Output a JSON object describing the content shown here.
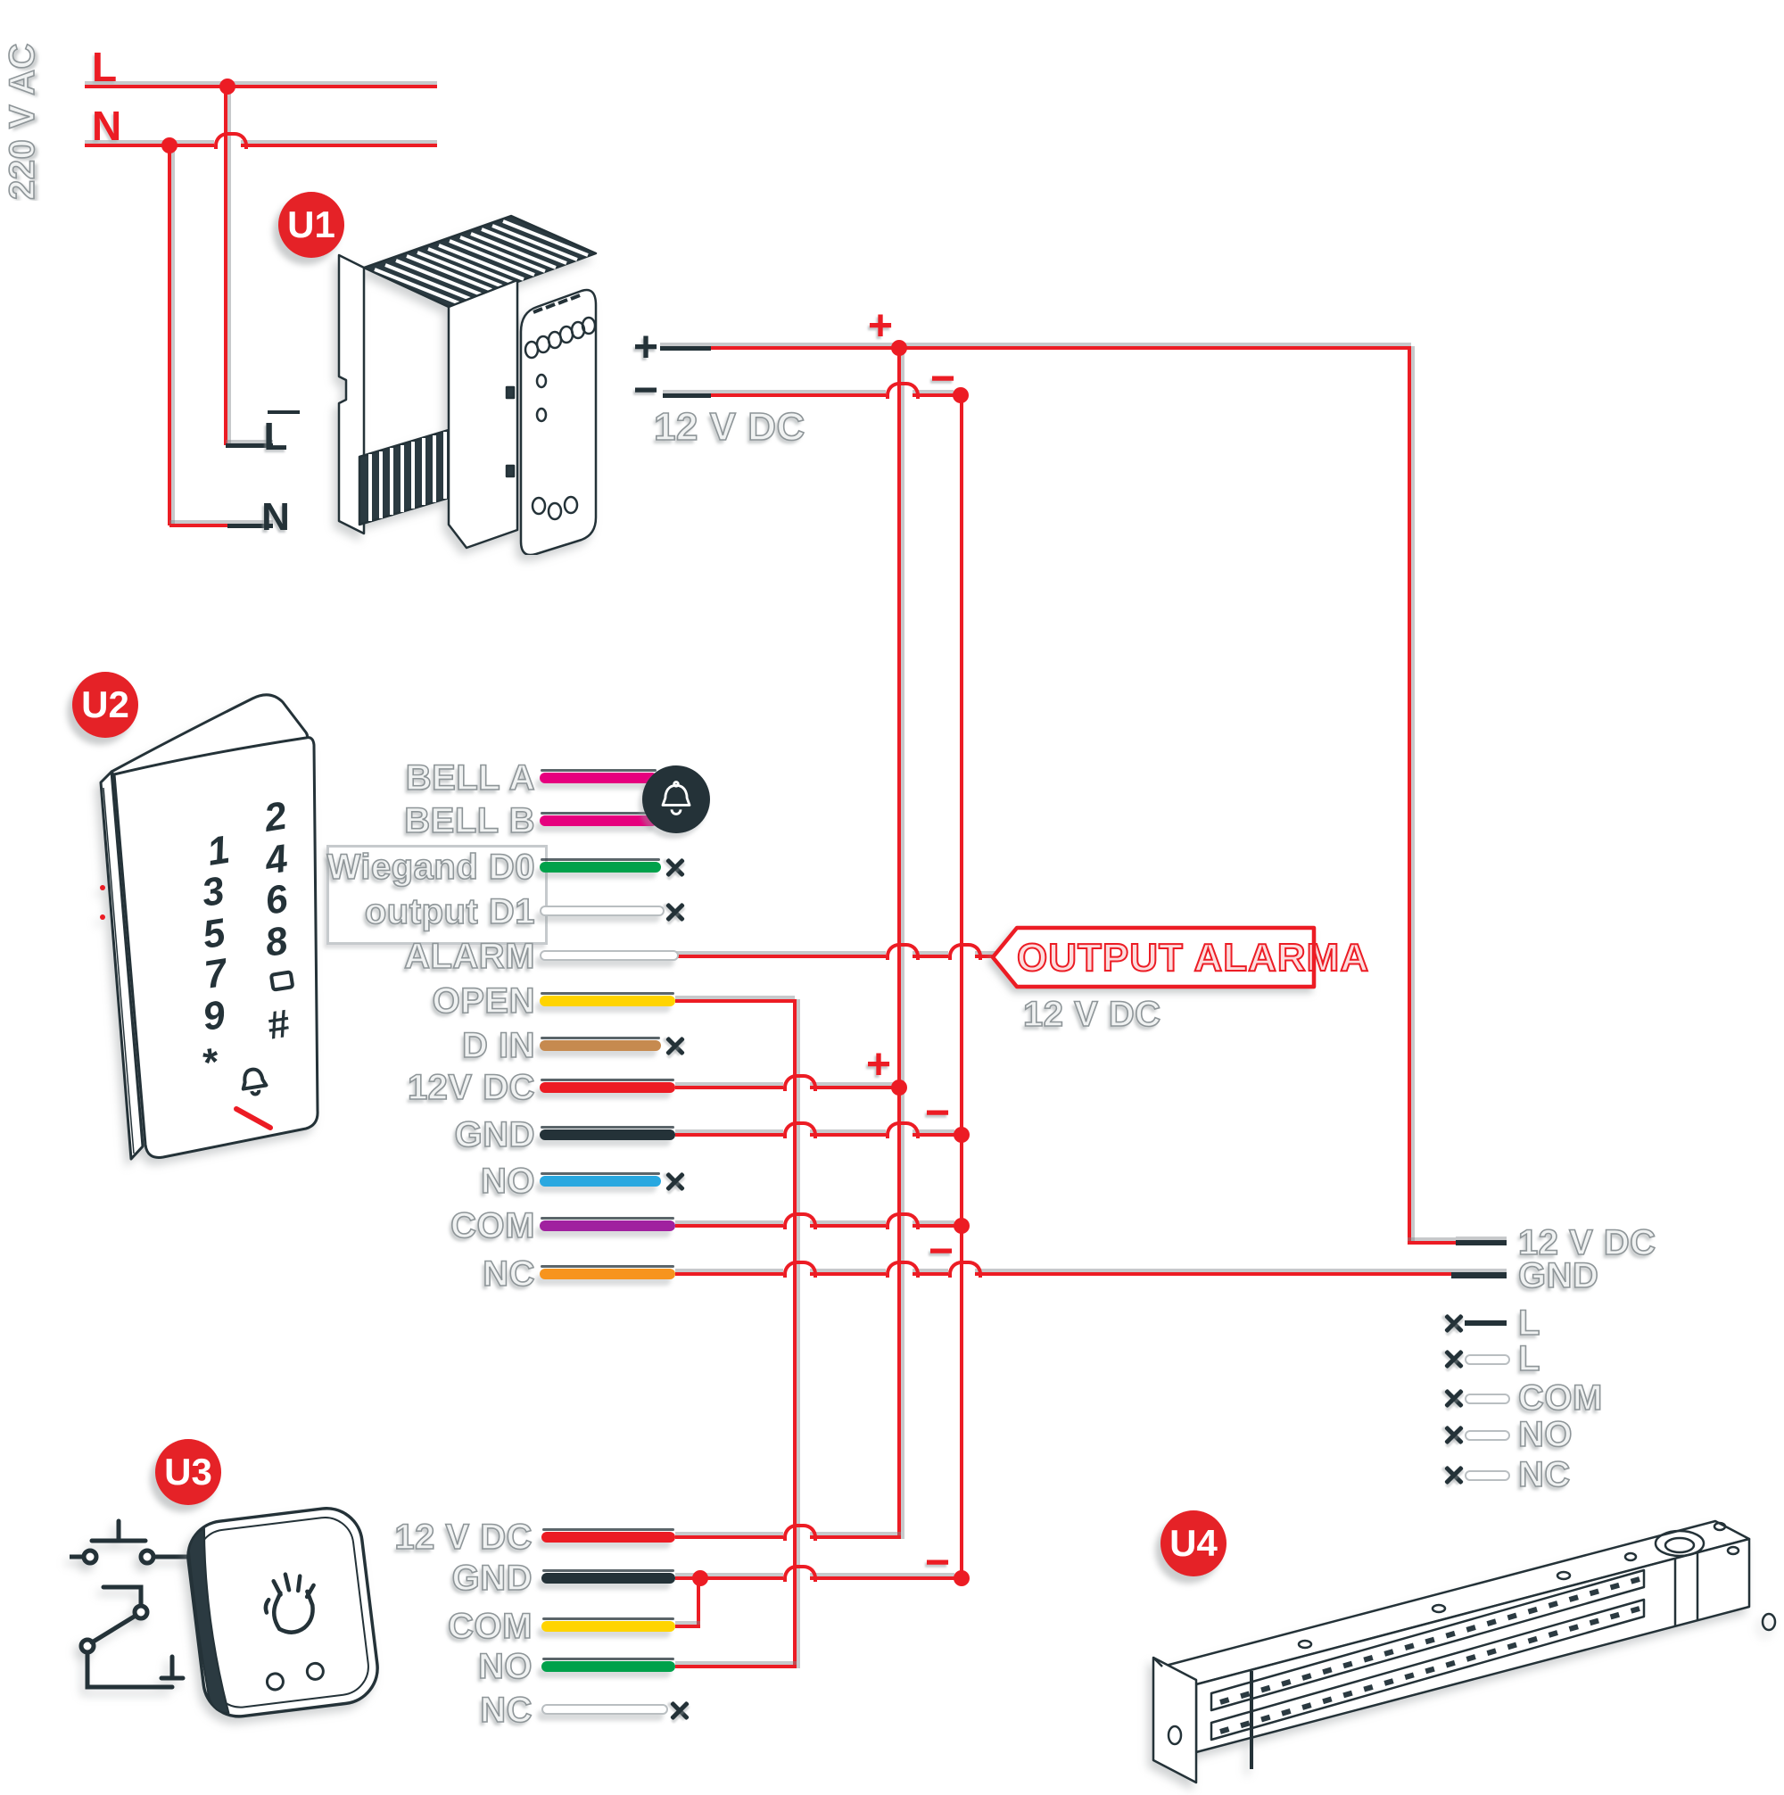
{
  "mains": {
    "label": "220 V AC",
    "live": "L",
    "neutral": "N"
  },
  "signs": {
    "plus": "+",
    "minus": "−"
  },
  "psu": {
    "badge": "U1",
    "input_live": "L",
    "input_neutral": "N",
    "output_label": "12 V DC"
  },
  "keypad": {
    "badge": "U2",
    "keys": [
      "1",
      "2",
      "3",
      "4",
      "5",
      "6",
      "7",
      "8",
      "9",
      "*",
      "#"
    ],
    "wires": [
      {
        "label": "BELL A",
        "color": "#E6007E"
      },
      {
        "label": "BELL B",
        "color": "#E6007E"
      },
      {
        "label": "Wiegand D0",
        "color": "#00A14B"
      },
      {
        "label": "output D1",
        "color": "#FFFFFF"
      },
      {
        "label": "ALARM",
        "color": "#FFFFFF"
      },
      {
        "label": "OPEN",
        "color": "#FFD400"
      },
      {
        "label": "D IN",
        "color": "#C68A4F"
      },
      {
        "label": "12V DC",
        "color": "#EC1C24"
      },
      {
        "label": "GND",
        "color": "#243238"
      },
      {
        "label": "NO",
        "color": "#29A8E0"
      },
      {
        "label": "COM",
        "color": "#A0219F"
      },
      {
        "label": "NC",
        "color": "#F7941E"
      }
    ]
  },
  "alarm_flag": {
    "title": "OUTPUT ALARMA",
    "subtitle": "12 V DC"
  },
  "exit_button": {
    "badge": "U3",
    "wires": [
      {
        "label": "12 V DC",
        "color": "#EC1C24"
      },
      {
        "label": "GND",
        "color": "#243238"
      },
      {
        "label": "COM",
        "color": "#FFD400"
      },
      {
        "label": "NO",
        "color": "#00A14B"
      },
      {
        "label": "NC",
        "color": "#FFFFFF"
      }
    ]
  },
  "maglock": {
    "badge": "U4",
    "terminals": [
      "12 V DC",
      "GND",
      "L",
      "L",
      "COM",
      "NO",
      "NC"
    ]
  },
  "colors": {
    "accent_red": "#EC1C24",
    "dark": "#243238",
    "label_gray": "#8E9598"
  }
}
